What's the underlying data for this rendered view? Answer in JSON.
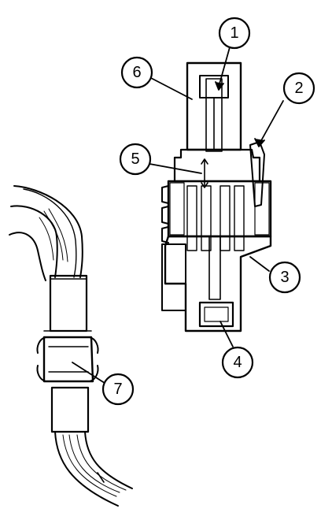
{
  "figure": {
    "callouts": [
      {
        "id": "c1",
        "label": "1"
      },
      {
        "id": "c2",
        "label": "2"
      },
      {
        "id": "c3",
        "label": "3"
      },
      {
        "id": "c4",
        "label": "4"
      },
      {
        "id": "c5",
        "label": "5"
      },
      {
        "id": "c6",
        "label": "6"
      },
      {
        "id": "c7",
        "label": "7"
      }
    ],
    "colors": {
      "ink": "#000000",
      "paper": "#ffffff"
    }
  }
}
